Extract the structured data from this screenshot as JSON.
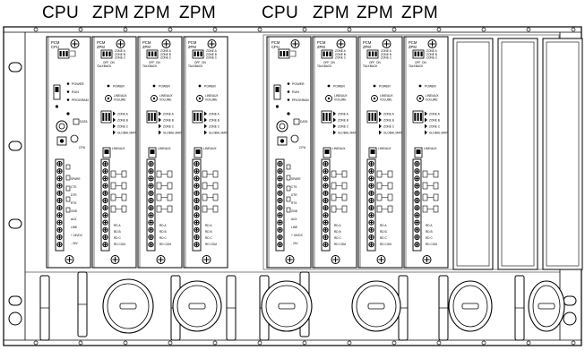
{
  "top_labels": [
    "CPU",
    "ZPM",
    "ZPM",
    "ZPM",
    "CPU",
    "ZPM",
    "ZPM",
    "ZPM"
  ],
  "rack_groups": [
    {
      "cards": [
        {
          "kind": "cpu",
          "title": [
            "PCM",
            "CPU"
          ],
          "leds": [],
          "switch_labels": [],
          "leds_mid": [
            "POWER",
            "RUN",
            "PROGRAM"
          ],
          "bottom_labels": [
            "DATA",
            "CPU",
            "SPARE",
            "CTS",
            "DTR",
            "RTS",
            "GND",
            "AUX",
            "LINE",
            "+ 24VDC",
            "- 24V"
          ]
        },
        {
          "kind": "zpm",
          "title": [
            "PCM",
            "ZPM"
          ],
          "top_labels": [
            "ZONE A",
            "ZONE B",
            "ZONE C",
            "TALKBACK"
          ],
          "switch_labels": [
            "OFF",
            "ON"
          ],
          "leds": [
            "POWER",
            "LINE/AUX",
            "VOLUME"
          ],
          "zone_labels": [
            "ZONE A",
            "ZONE B",
            "ZONE C",
            "GLOBAL MAIN"
          ],
          "bottom_labels": [
            "LINE/AUX",
            "RD A",
            "RD B",
            "RD C",
            "RD COM"
          ]
        },
        {
          "kind": "zpm",
          "title": [
            "PCM",
            "ZPM"
          ],
          "top_labels": [
            "ZONE A",
            "ZONE B",
            "ZONE C",
            "TALKBACK"
          ],
          "switch_labels": [
            "OFF",
            "ON"
          ],
          "leds": [
            "POWER",
            "LINE/AUX",
            "VOLUME"
          ],
          "zone_labels": [
            "ZONE A",
            "ZONE B",
            "ZONE C",
            "GLOBAL MAIN"
          ],
          "bottom_labels": [
            "LINE/AUX",
            "RD A",
            "RD B",
            "RD C",
            "RD COM"
          ]
        },
        {
          "kind": "zpm",
          "title": [
            "PCM",
            "ZPM"
          ],
          "top_labels": [
            "ZONE A",
            "ZONE B",
            "ZONE C",
            "TALKBACK"
          ],
          "switch_labels": [
            "OFF",
            "ON"
          ],
          "leds": [
            "POWER",
            "LINE/AUX",
            "VOLUME"
          ],
          "zone_labels": [
            "ZONE A",
            "ZONE B",
            "ZONE C",
            "GLOBAL MAIN"
          ],
          "bottom_labels": [
            "LINE/AUX",
            "RD A",
            "RD B",
            "RD C",
            "RD COM"
          ]
        }
      ]
    },
    {
      "cards": [
        {
          "kind": "cpu",
          "title": [
            "PCM",
            "CPU"
          ],
          "leds": [],
          "switch_labels": [],
          "leds_mid": [
            "POWER",
            "RUN",
            "PROGRAM"
          ],
          "bottom_labels": [
            "DATA",
            "CPU",
            "SPARE",
            "CTS",
            "DTR",
            "RTS",
            "GND",
            "AUX",
            "LINE",
            "+ 24VDC",
            "- 24V"
          ]
        },
        {
          "kind": "zpm",
          "title": [
            "PCM",
            "ZPM"
          ],
          "top_labels": [
            "ZONE A",
            "ZONE B",
            "ZONE C",
            "TALKBACK"
          ],
          "switch_labels": [
            "OFF",
            "ON"
          ],
          "leds": [
            "POWER",
            "LINE/AUX",
            "VOLUME"
          ],
          "zone_labels": [
            "ZONE A",
            "ZONE B",
            "ZONE C",
            "GLOBAL MAIN"
          ],
          "bottom_labels": [
            "LINE/AUX",
            "RD A",
            "RD B",
            "RD C",
            "RD COM"
          ]
        },
        {
          "kind": "zpm",
          "title": [
            "PCM",
            "ZPM"
          ],
          "top_labels": [
            "ZONE A",
            "ZONE B",
            "ZONE C",
            "TALKBACK"
          ],
          "switch_labels": [
            "OFF",
            "ON"
          ],
          "leds": [
            "POWER",
            "LINE/AUX",
            "VOLUME"
          ],
          "zone_labels": [
            "ZONE A",
            "ZONE B",
            "ZONE C",
            "GLOBAL MAIN"
          ],
          "bottom_labels": [
            "LINE/AUX",
            "RD A",
            "RD B",
            "RD C",
            "RD COM"
          ]
        },
        {
          "kind": "zpm",
          "title": [
            "PCM",
            "ZPM"
          ],
          "top_labels": [
            "ZONE A",
            "ZONE B",
            "ZONE C",
            "TALKBACK"
          ],
          "switch_labels": [
            "OFF",
            "ON"
          ],
          "leds": [
            "POWER",
            "LINE/AUX",
            "VOLUME"
          ],
          "zone_labels": [
            "ZONE A",
            "ZONE B",
            "ZONE C",
            "GLOBAL MAIN"
          ],
          "bottom_labels": [
            "LINE/AUX",
            "RD A",
            "RD B",
            "RD C",
            "RD COM"
          ]
        }
      ]
    }
  ],
  "colors": {
    "line": "#000000",
    "background": "#ffffff",
    "panel_shadow": "#888888"
  }
}
